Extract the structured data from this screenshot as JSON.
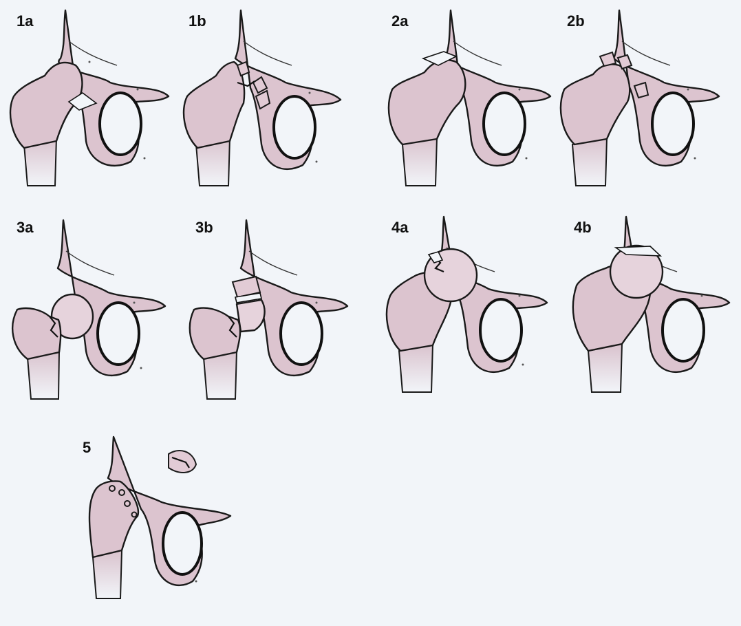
{
  "panels": [
    {
      "id": "1a",
      "label": "1a",
      "variant": "head-fracture-inferior"
    },
    {
      "id": "1b",
      "label": "1b",
      "variant": "head-comminuted"
    },
    {
      "id": "2a",
      "label": "2a",
      "variant": "head-fracture-superior"
    },
    {
      "id": "2b",
      "label": "2b",
      "variant": "head-superior-comminuted"
    },
    {
      "id": "3a",
      "label": "3a",
      "variant": "neck-fracture"
    },
    {
      "id": "3b",
      "label": "3b",
      "variant": "neck-fracture-head-split"
    },
    {
      "id": "4a",
      "label": "4a",
      "variant": "acetabular-rim-fracture"
    },
    {
      "id": "4b",
      "label": "4b",
      "variant": "acetabular-fracture-reduced"
    },
    {
      "id": "5",
      "label": "5",
      "variant": "posterior-dislocation-fragments"
    }
  ],
  "colors": {
    "background": "#f2f5f9",
    "bone": "#dcc4cf",
    "outline": "#1a1a1a"
  }
}
